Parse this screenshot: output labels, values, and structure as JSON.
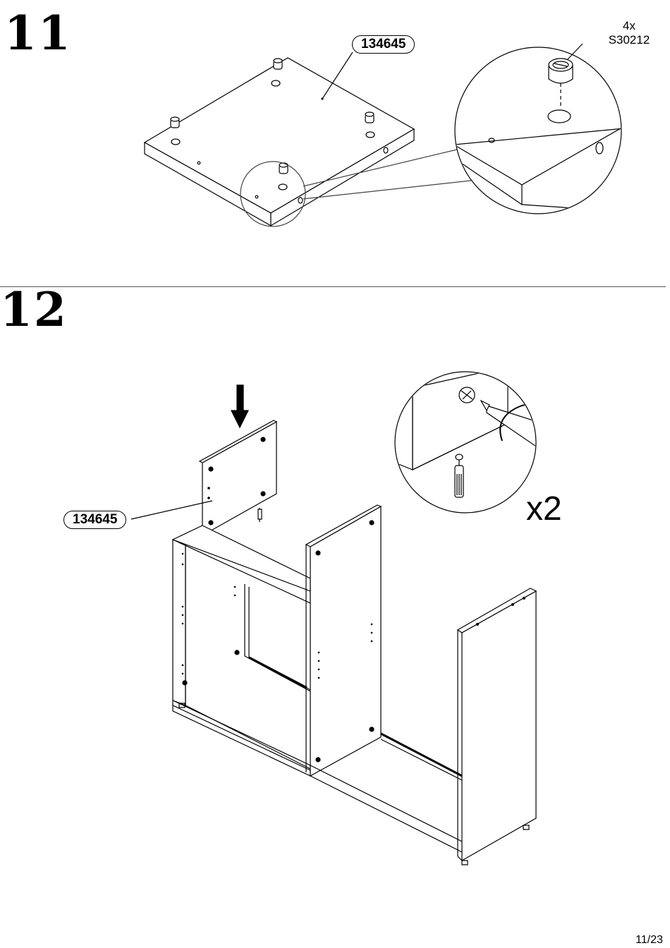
{
  "steps": [
    {
      "number": "11",
      "part_label": "134645",
      "hardware": {
        "quantity": "4x",
        "code": "S30212"
      }
    },
    {
      "number": "12",
      "part_label": "134645",
      "repeat": "x2"
    }
  ],
  "footer": {
    "page": "11/23"
  }
}
